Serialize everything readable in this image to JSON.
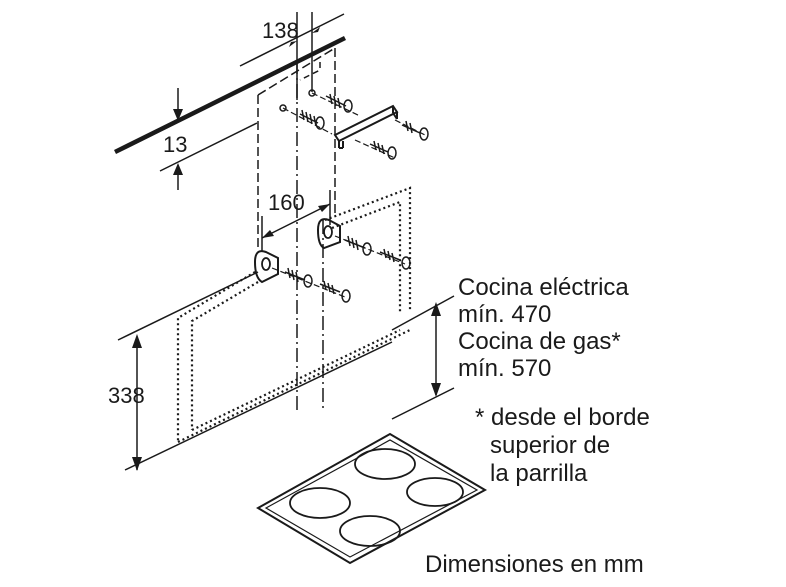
{
  "dimensions": {
    "width_top": "138",
    "offset_top": "13",
    "width_mid": "160",
    "height_side": "338"
  },
  "notes": {
    "electric_line1": "Cocina eléctrica",
    "electric_line2": "mín. 470",
    "gas_line1": "Cocina de gas*",
    "gas_line2": "mín. 570",
    "footnote_line1": "* desde el borde",
    "footnote_line2": "superior de",
    "footnote_line3": "la parrilla",
    "units": "Dimensiones en mm"
  },
  "colors": {
    "ink": "#1a1a1a",
    "background": "#ffffff"
  }
}
